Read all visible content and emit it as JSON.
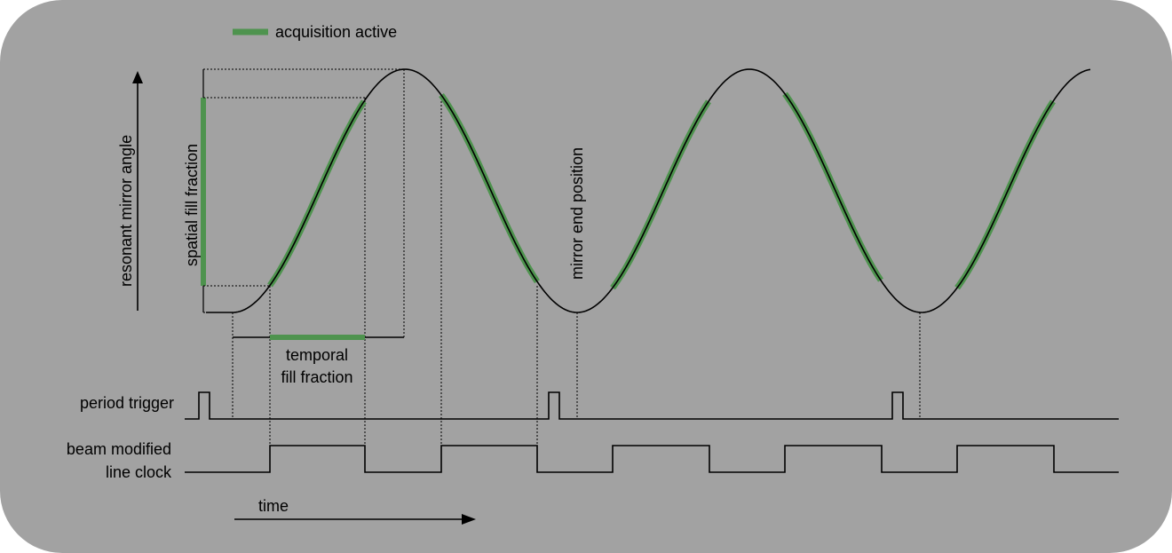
{
  "legend": {
    "acquisition_label": "acquisition active"
  },
  "axes": {
    "y_label": "resonant mirror angle",
    "x_label": "time"
  },
  "annotations": {
    "spatial_fill_fraction": "spatial fill fraction",
    "temporal_line1": "temporal",
    "temporal_line2": "fill fraction",
    "mirror_end_position": "mirror end position"
  },
  "signals": {
    "period_trigger": "period trigger",
    "line_clock_line1": "beam modified",
    "line_clock_line2": "line clock"
  },
  "colors": {
    "background": "#a2a2a2",
    "acquisition": "#4e934e",
    "line": "#000000"
  }
}
